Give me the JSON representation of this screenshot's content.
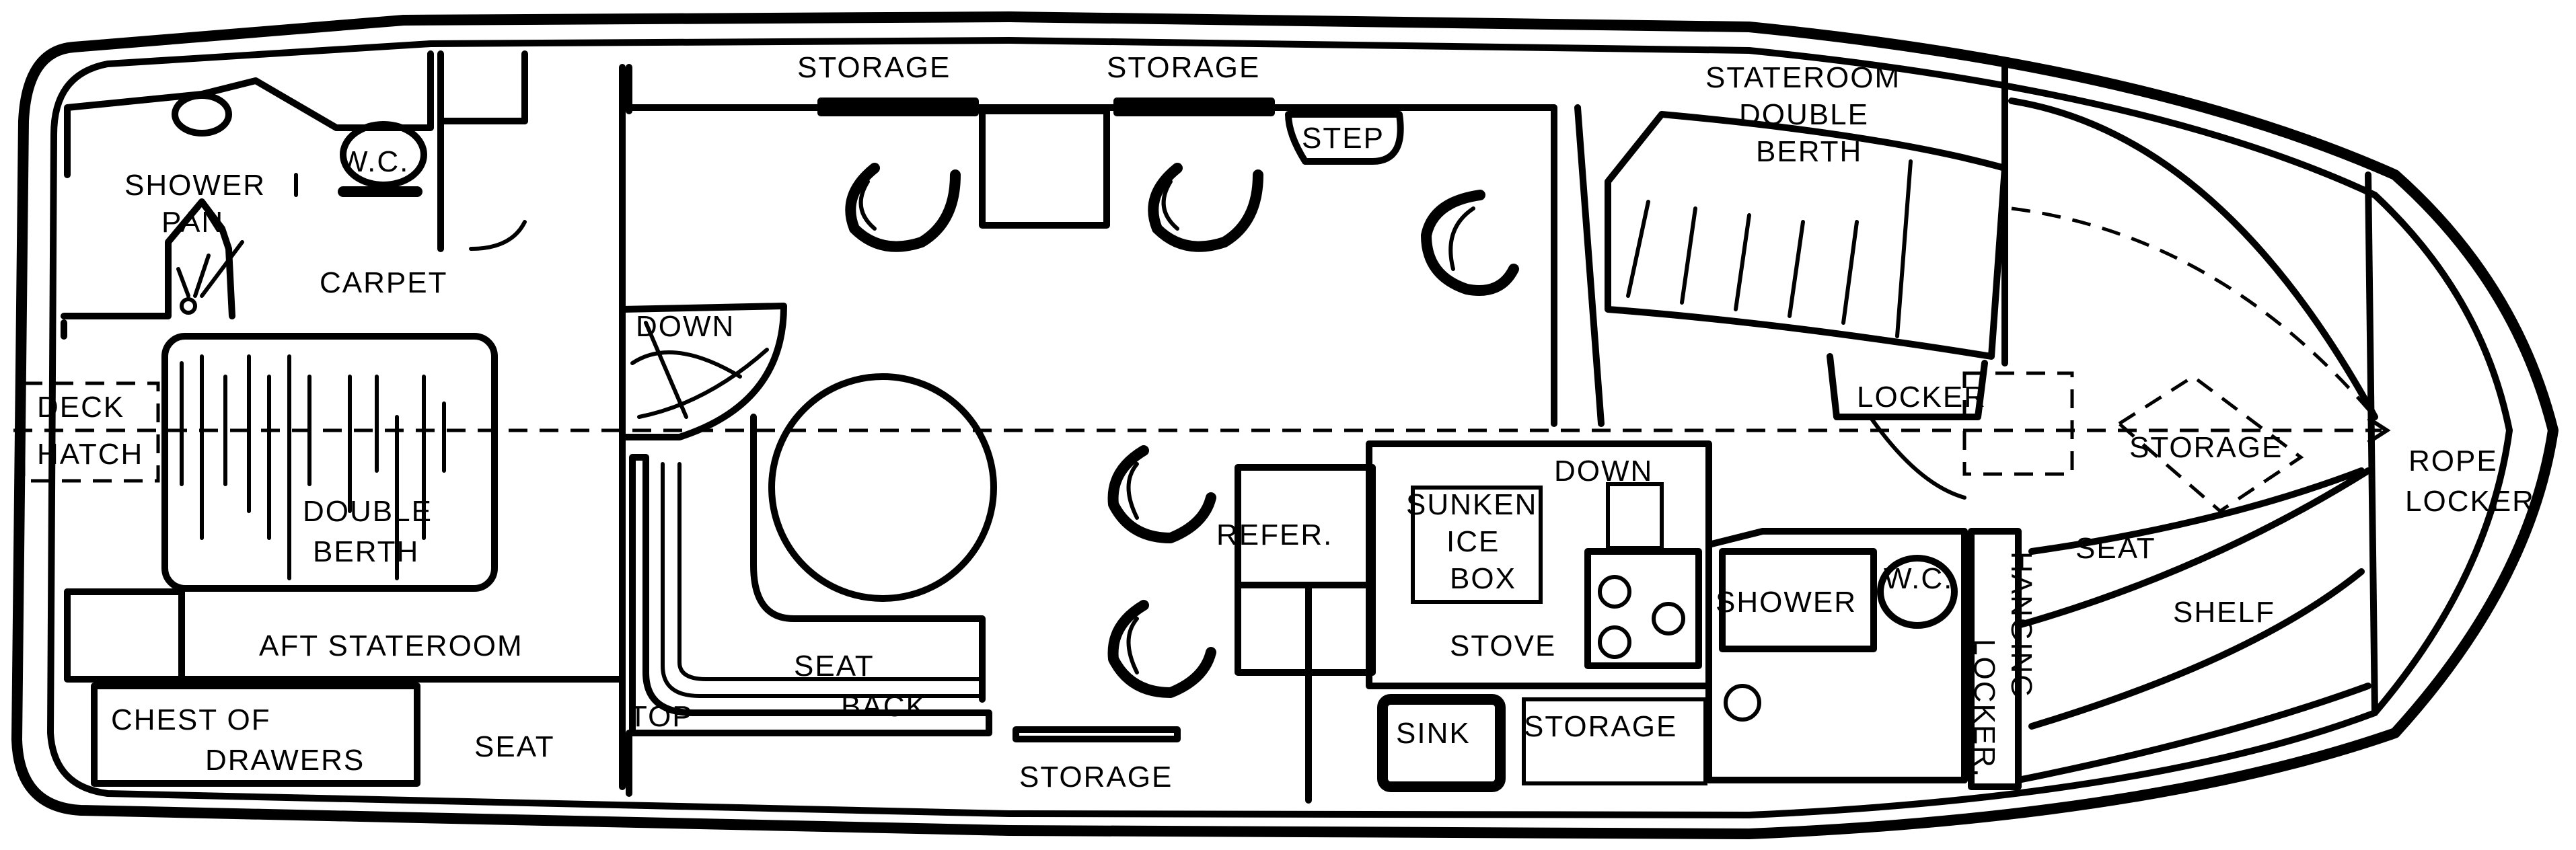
{
  "labels": {
    "storage_top_1": "STORAGE",
    "storage_top_2": "STORAGE",
    "step": "STEP",
    "stateroom_l1": "STATEROOM",
    "stateroom_l2": "DOUBLE",
    "stateroom_l3": "BERTH",
    "shower_pan_l1": "SHOWER",
    "shower_pan_l2": "PAN",
    "wc_aft": "W.C.",
    "carpet": "CARPET",
    "down_aft": "DOWN",
    "deck_hatch_l1": "DECK",
    "deck_hatch_l2": "HATCH",
    "double_berth_l1": "DOUBLE",
    "double_berth_l2": "BERTH",
    "aft_stateroom": "AFT STATEROOM",
    "chest_l1": "CHEST OF",
    "chest_l2": "DRAWERS",
    "seat_aft": "SEAT",
    "top": "TOP",
    "seat_back_l1": "SEAT",
    "seat_back_l2": "BACK",
    "storage_bottom": "STORAGE",
    "refer": "REFER.",
    "sunken_l1": "SUNKEN",
    "sunken_l2": "ICE",
    "sunken_l3": "BOX",
    "down_galley": "DOWN",
    "stove": "STOVE",
    "sink": "SINK",
    "storage_galley": "STORAGE",
    "locker": "LOCKER",
    "storage_fwd": "STORAGE",
    "rope_l1": "ROPE",
    "rope_l2": "LOCKER",
    "seat_fwd": "SEAT",
    "shelf": "SHELF",
    "shower_fwd": "SHOWER",
    "wc_fwd": "W.C.",
    "hanging_l1": "HANGING",
    "hanging_l2": "LOCKER."
  }
}
